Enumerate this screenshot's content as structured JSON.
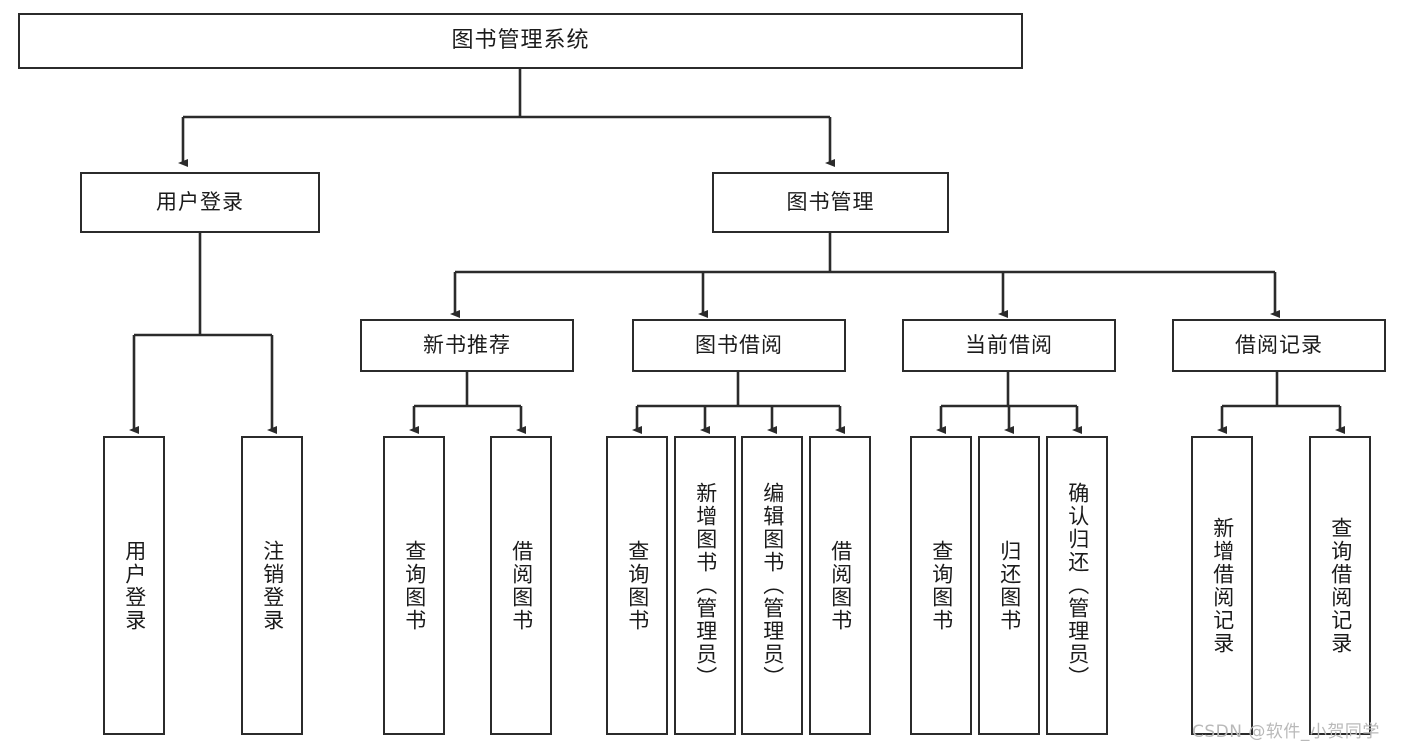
{
  "diagram": {
    "title": "图书管理系统",
    "type": "tree-structure-chart",
    "root": {
      "label": "图书管理系统"
    },
    "level2": [
      {
        "label": "用户登录"
      },
      {
        "label": "图书管理"
      }
    ],
    "level3": [
      {
        "label": "新书推荐"
      },
      {
        "label": "图书借阅"
      },
      {
        "label": "当前借阅"
      },
      {
        "label": "借阅记录"
      }
    ],
    "leaves": {
      "user_login": [
        {
          "label": "用户登录"
        },
        {
          "label": "注销登录"
        }
      ],
      "new_book": [
        {
          "label": "查询图书"
        },
        {
          "label": "借阅图书"
        }
      ],
      "book_borrow": [
        {
          "label": "查询图书"
        },
        {
          "label": "新增图书（管理员）"
        },
        {
          "label": "编辑图书（管理员）"
        },
        {
          "label": "借阅图书"
        }
      ],
      "current_borrow": [
        {
          "label": "查询图书"
        },
        {
          "label": "归还图书"
        },
        {
          "label": "确认归还（管理员）"
        }
      ],
      "borrow_record": [
        {
          "label": "新增借阅记录"
        },
        {
          "label": "查询借阅记录"
        }
      ]
    }
  },
  "watermark": {
    "text": "CSDN @软件_小贺同学"
  },
  "colors": {
    "stroke": "#2b2b2b",
    "background": "#ffffff",
    "text": "#1b1b1b",
    "watermark": "#b9b9b9"
  }
}
